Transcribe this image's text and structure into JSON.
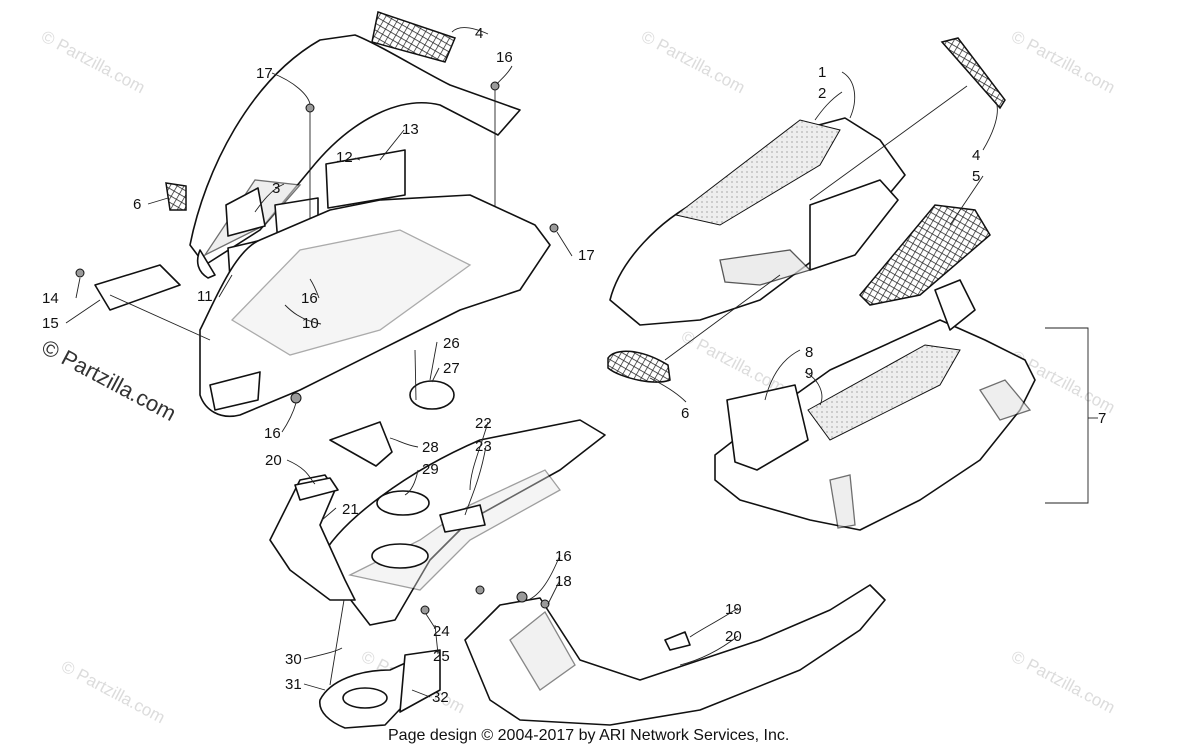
{
  "watermarks": {
    "small": "© Partzilla.com",
    "large": "© Partzilla.com"
  },
  "footer": {
    "text": "Page design © 2004-2017 by ARI Network Services, Inc."
  },
  "callouts": [
    "1",
    "2",
    "3",
    "4",
    "4",
    "5",
    "6",
    "6",
    "7",
    "8",
    "9",
    "10",
    "11",
    "12",
    "13",
    "14",
    "15",
    "16",
    "16",
    "16",
    "16",
    "17",
    "17",
    "18",
    "19",
    "20",
    "20",
    "21",
    "22",
    "23",
    "24",
    "25",
    "26",
    "27",
    "28",
    "29",
    "30",
    "31",
    "32"
  ]
}
